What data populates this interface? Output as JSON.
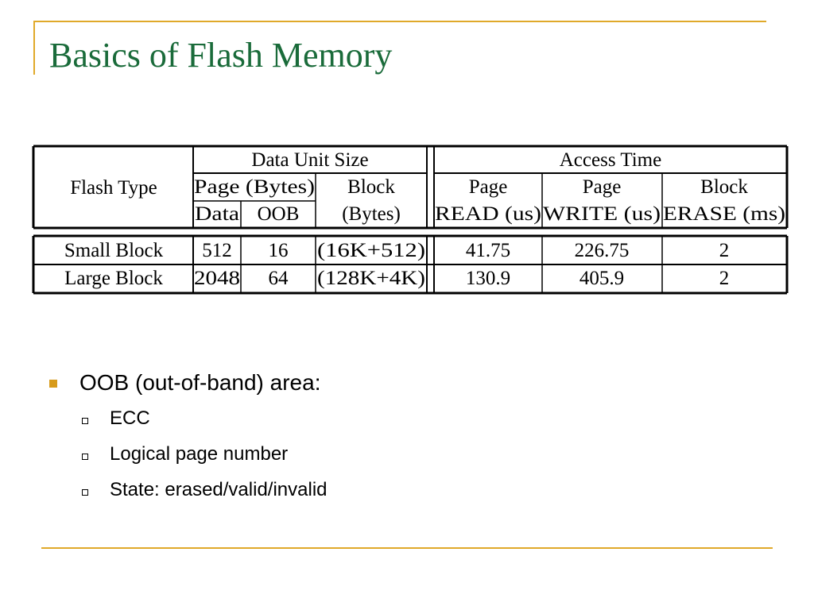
{
  "slide": {
    "title": "Basics of Flash Memory",
    "colors": {
      "title": "#1a6b3a",
      "accent_rule": "#e0a92a",
      "bullet_marker": "#d79b1b",
      "text": "#000000"
    }
  },
  "table": {
    "header": {
      "flash_type": "Flash Type",
      "data_unit_size": "Data Unit Size",
      "access_time": "Access Time",
      "page_bytes": "Page (Bytes)",
      "block": "Block",
      "block_bytes": "(Bytes)",
      "data": "Data",
      "oob": "OOB",
      "page_read_1": "Page",
      "page_read_2": "READ (us)",
      "page_write_1": "Page",
      "page_write_2": "WRITE (us)",
      "block_erase_1": "Block",
      "block_erase_2": "ERASE (ms)"
    },
    "rows": [
      {
        "flash_type": "Small Block",
        "data": "512",
        "oob": "16",
        "block_bytes": "(16K+512)",
        "page_read": "41.75",
        "page_write": "226.75",
        "block_erase": "2"
      },
      {
        "flash_type": "Large Block",
        "data": "2048",
        "oob": "64",
        "block_bytes": "(128K+4K)",
        "page_read": "130.9",
        "page_write": "405.9",
        "block_erase": "2"
      }
    ]
  },
  "bullets": {
    "main": "OOB (out-of-band) area:",
    "sub": [
      "ECC",
      "Logical page number",
      "State: erased/valid/invalid"
    ]
  }
}
